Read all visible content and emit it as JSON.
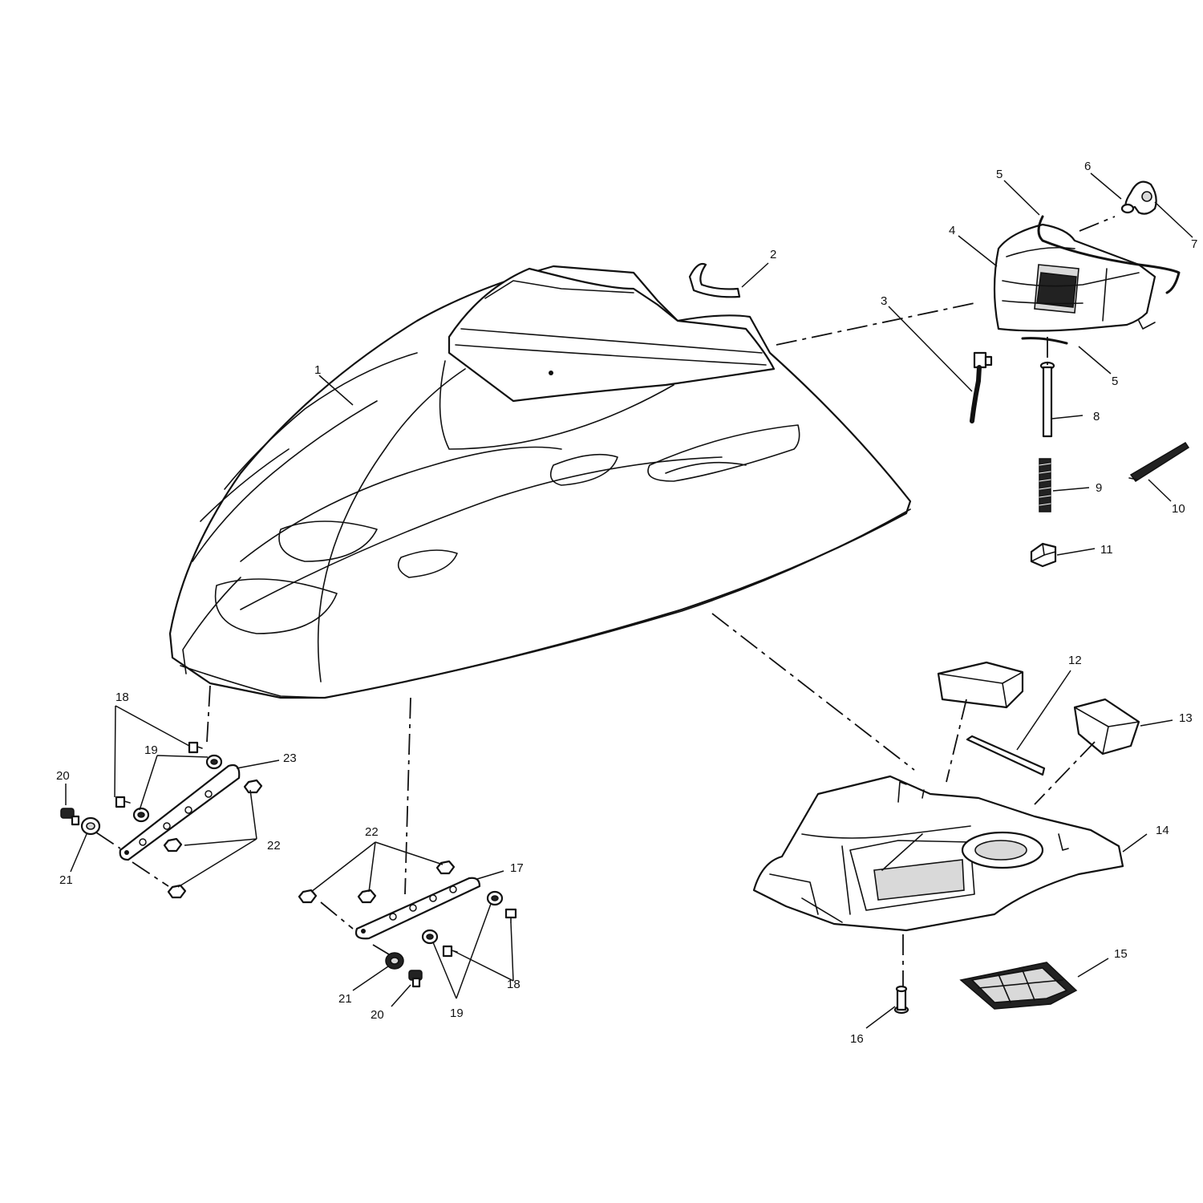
{
  "callouts": [
    {
      "id": "c1",
      "text": "1"
    },
    {
      "id": "c2",
      "text": "2"
    },
    {
      "id": "c3",
      "text": "3"
    },
    {
      "id": "c4",
      "text": "4"
    },
    {
      "id": "c5a",
      "text": "5"
    },
    {
      "id": "c5b",
      "text": "5"
    },
    {
      "id": "c6",
      "text": "6"
    },
    {
      "id": "c7",
      "text": "7"
    },
    {
      "id": "c8",
      "text": "8"
    },
    {
      "id": "c9",
      "text": "9"
    },
    {
      "id": "c10",
      "text": "10"
    },
    {
      "id": "c11",
      "text": "11"
    },
    {
      "id": "c12",
      "text": "12"
    },
    {
      "id": "c13",
      "text": "13"
    },
    {
      "id": "c14",
      "text": "14"
    },
    {
      "id": "c15",
      "text": "15"
    },
    {
      "id": "c16",
      "text": "16"
    },
    {
      "id": "c17",
      "text": "17"
    },
    {
      "id": "c18a",
      "text": "18"
    },
    {
      "id": "c18b",
      "text": "18"
    },
    {
      "id": "c19a",
      "text": "19"
    },
    {
      "id": "c19b",
      "text": "19"
    },
    {
      "id": "c20a",
      "text": "20"
    },
    {
      "id": "c20b",
      "text": "20"
    },
    {
      "id": "c21a",
      "text": "21"
    },
    {
      "id": "c21b",
      "text": "21"
    },
    {
      "id": "c22a",
      "text": "22"
    },
    {
      "id": "c22b",
      "text": "22"
    },
    {
      "id": "c23",
      "text": "23"
    }
  ],
  "colors": {
    "line": "#111111",
    "background": "#ffffff",
    "fill_grey": "#d9d9d9"
  }
}
